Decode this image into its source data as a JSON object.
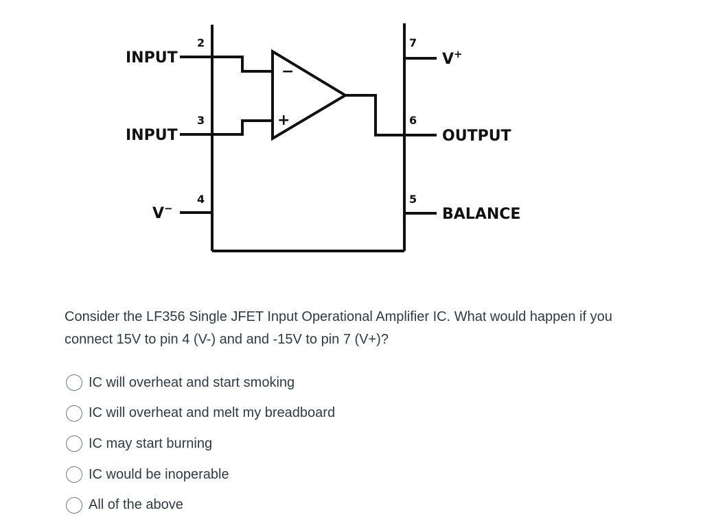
{
  "diagram": {
    "pins": [
      {
        "number": "2",
        "label": "INPUT"
      },
      {
        "number": "3",
        "label": "INPUT"
      },
      {
        "number": "4",
        "label": "V"
      },
      {
        "number": "7",
        "label": "V"
      },
      {
        "number": "6",
        "label": "OUTPUT"
      },
      {
        "number": "5",
        "label": "BALANCE"
      }
    ],
    "vminus_sup": "−",
    "vplus_sup": "+",
    "opamp_minus": "−",
    "opamp_plus": "+"
  },
  "question": {
    "text": "Consider the LF356 Single JFET Input Operational Amplifier IC. What would happen if you connect 15V to pin 4 (V-) and and -15V to pin 7 (V+)?"
  },
  "options": [
    {
      "label": "IC will overheat and start smoking",
      "selected": false
    },
    {
      "label": "IC will overheat and melt my breadboard",
      "selected": false
    },
    {
      "label": "IC may start burning",
      "selected": false
    },
    {
      "label": "IC would be inoperable",
      "selected": false
    },
    {
      "label": "All of the above",
      "selected": false
    }
  ]
}
